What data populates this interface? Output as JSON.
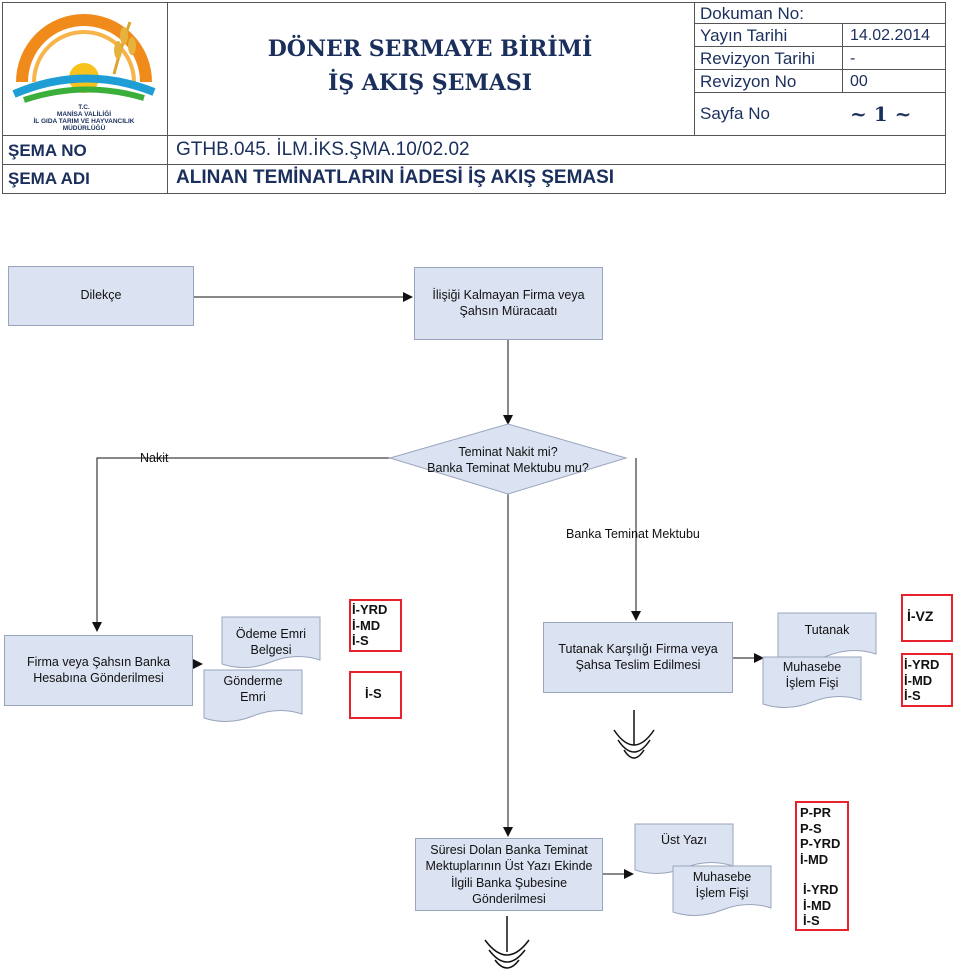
{
  "header": {
    "logo_text": [
      "T.C.",
      "MANİSA VALİLİĞİ",
      "İL GIDA TARIM VE HAYVANCILIK",
      "MÜDÜRLÜĞÜ"
    ],
    "title_line1": "DÖNER SERMAYE BİRİMİ",
    "title_line2": "İŞ AKIŞ ŞEMASI",
    "meta": {
      "dokuman_no_label": "Dokuman No:",
      "yayin_tarihi_label": "Yayın Tarihi",
      "yayin_tarihi_value": "14.02.2014",
      "revizyon_tarihi_label": "Revizyon Tarihi",
      "revizyon_tarihi_value": "-",
      "revizyon_no_label": "Revizyon No",
      "revizyon_no_value": "00",
      "sayfa_no_label": "Sayfa No",
      "sayfa_no_value": "~ 1 ~"
    },
    "sema_no_label": "ŞEMA NO",
    "sema_no_value": "GTHB.045. İLM.İKS.ŞMA.10/02.02",
    "sema_adi_label": "ŞEMA ADI",
    "sema_adi_value": "ALINAN TEMİNATLARIN İADESİ İŞ AKIŞ ŞEMASI"
  },
  "flow": {
    "dilekce": "Dilekçe",
    "muracaat": [
      "İlişiği Kalmayan Firma veya",
      "Şahsın Müracaatı"
    ],
    "decision": [
      "Teminat Nakit mi?",
      "Banka Teminat Mektubu mu?"
    ],
    "nakit_label": "Nakit",
    "btm_label": "Banka Teminat Mektubu",
    "firma_banka": [
      "Firma veya Şahsın Banka",
      "Hesabına Gönderilmesi"
    ],
    "odeme_emri": [
      "Ödeme Emri",
      "Belgesi"
    ],
    "gonderme_emri": [
      "Gönderme",
      "Emri"
    ],
    "codes_left": [
      "İ-YRD",
      "İ-MD",
      "İ-S"
    ],
    "code_is_left": "İ-S",
    "tutanak_karsiligi": [
      "Tutanak Karşılığı Firma veya",
      "Şahsa Teslim Edilmesi"
    ],
    "tutanak": "Tutanak",
    "muhasebe_fisi_1": [
      "Muhasebe",
      "İşlem Fişi"
    ],
    "code_ivz": "İ-VZ",
    "codes_right": [
      "İ-YRD",
      "İ-MD",
      "İ-S"
    ],
    "suresi_dolan": [
      "Süresi Dolan Banka Teminat",
      "Mektuplarının Üst Yazı Ekinde",
      "İlgili Banka Şubesine",
      "Gönderilmesi"
    ],
    "ust_yazi": "Üst Yazı",
    "muhasebe_fisi_2": [
      "Muhasebe",
      "İşlem Fişi"
    ],
    "codes_bottom_top": [
      "P-PR",
      "P-S",
      "P-YRD",
      "İ-MD"
    ],
    "codes_bottom": [
      "İ-YRD",
      "İ-MD",
      "İ-S"
    ]
  }
}
